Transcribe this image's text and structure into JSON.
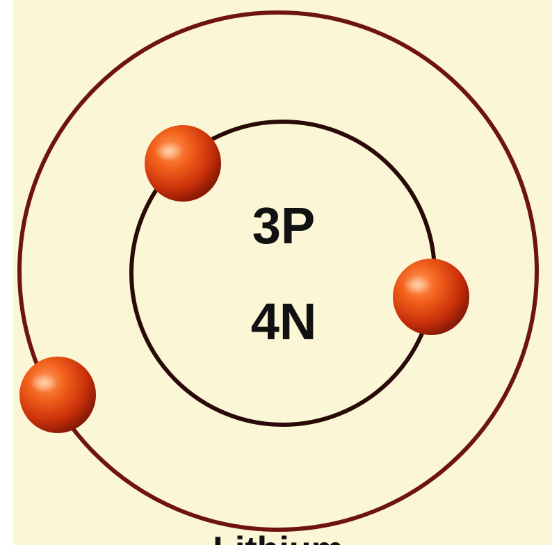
{
  "nucleus": {
    "protons": "3P",
    "neutrons": "4N"
  },
  "caption": "Lithium",
  "colors": {
    "background": "#fbf6d6",
    "shell": "#6e1410",
    "electron": "#e0400e",
    "text": "#111111"
  }
}
